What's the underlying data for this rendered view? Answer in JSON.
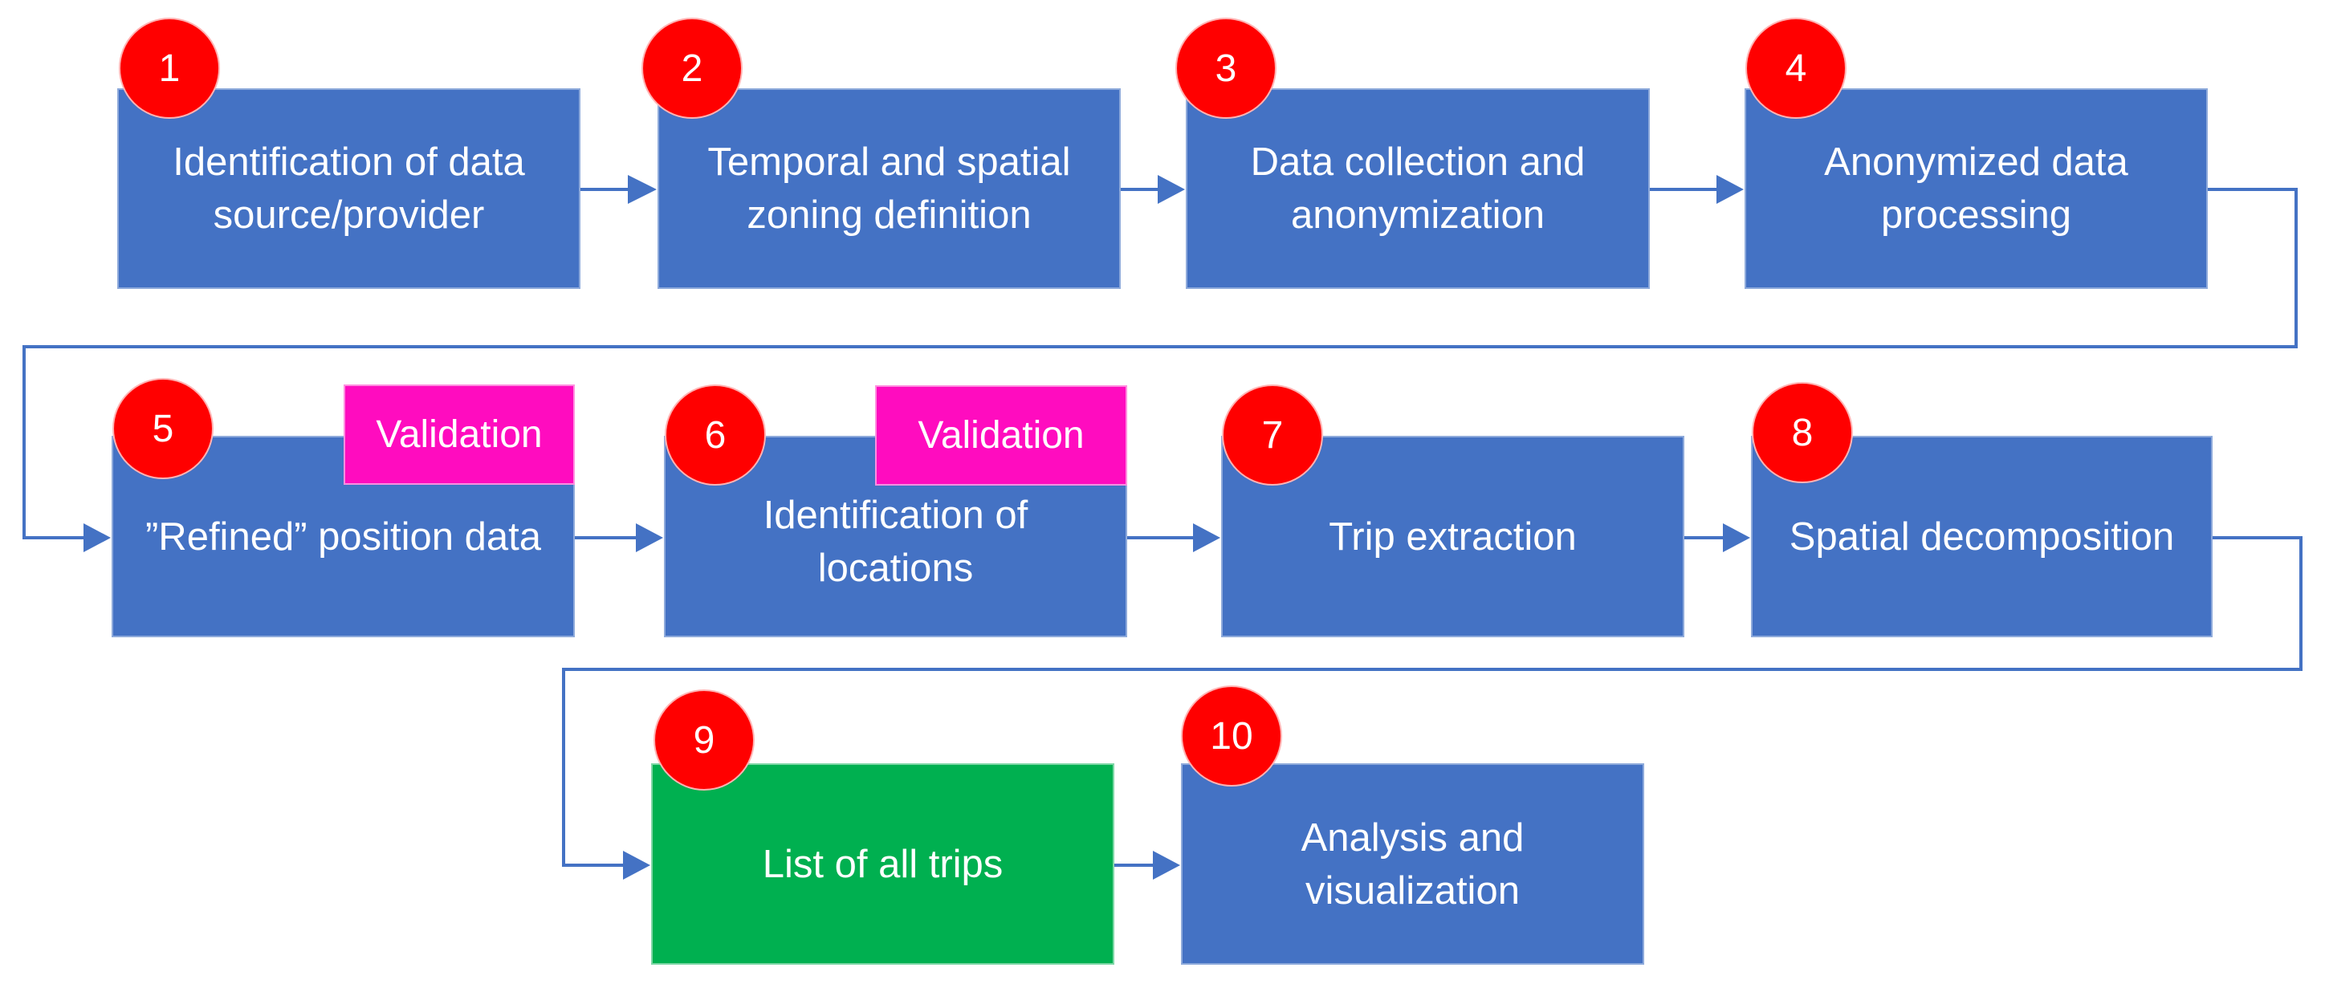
{
  "steps": [
    {
      "number": "1",
      "label": "Identification of data source/provider"
    },
    {
      "number": "2",
      "label": "Temporal and spatial zoning definition"
    },
    {
      "number": "3",
      "label": "Data collection and anonymization"
    },
    {
      "number": "4",
      "label": "Anonymized data processing"
    },
    {
      "number": "5",
      "label": "”Refined” position data"
    },
    {
      "number": "6",
      "label": "Identification of locations"
    },
    {
      "number": "7",
      "label": "Trip extraction"
    },
    {
      "number": "8",
      "label": "Spatial decomposition"
    },
    {
      "number": "9",
      "label": "List of all trips"
    },
    {
      "number": "10",
      "label": "Analysis and visualization"
    }
  ],
  "validation_tags": [
    {
      "label": "Validation"
    },
    {
      "label": "Validation"
    }
  ],
  "colors": {
    "process_box": "#4472c4",
    "result_box": "#00b050",
    "step_badge": "#ff0000",
    "validation_tag": "#ff0cbf",
    "connector": "#4472c4"
  }
}
